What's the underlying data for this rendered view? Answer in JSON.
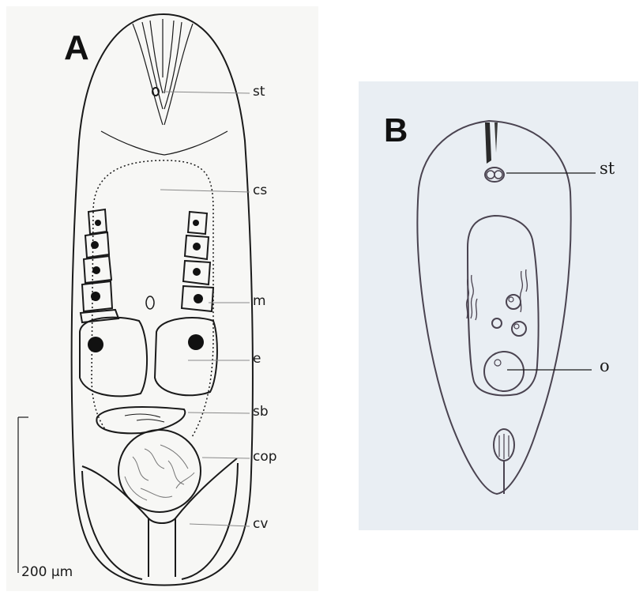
{
  "panel_a": {
    "letter": "A",
    "labels": {
      "st": "st",
      "cs": "cs",
      "m": "m",
      "e": "e",
      "sb": "sb",
      "cop": "cop",
      "cv": "cv"
    },
    "scale_bar": "200 µm"
  },
  "panel_b": {
    "letter": "B",
    "labels": {
      "st": "st",
      "o": "o"
    }
  },
  "colors": {
    "ink": "#1a1a1a",
    "panel_a_bg": "#f7f7f5",
    "panel_b_bg": "#e9eef3",
    "panel_b_ink": "#4a4350"
  }
}
